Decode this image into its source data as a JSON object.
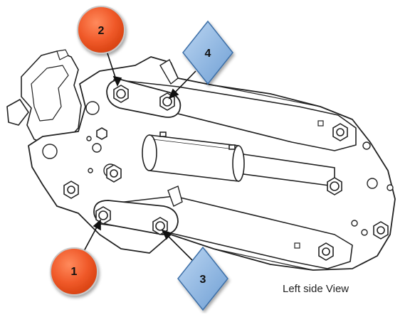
{
  "caption": "Left side View",
  "colors": {
    "circle_callout_fill": "#f05a2a",
    "diamond_callout_fill": "#8ab4e0",
    "outline": "#222222",
    "background": "#ffffff"
  },
  "callouts": [
    {
      "label": "1",
      "shape": "circle"
    },
    {
      "label": "2",
      "shape": "circle"
    },
    {
      "label": "3",
      "shape": "diamond"
    },
    {
      "label": "4",
      "shape": "diamond"
    }
  ]
}
